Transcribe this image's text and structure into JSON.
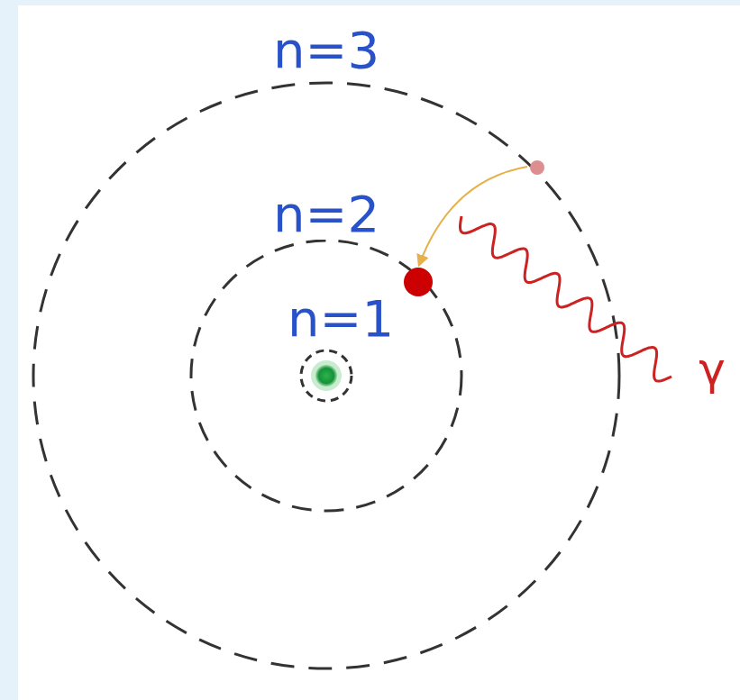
{
  "diagram": {
    "labels": [
      "n=3",
      "n=2",
      "n=1",
      "γ"
    ]
  }
}
